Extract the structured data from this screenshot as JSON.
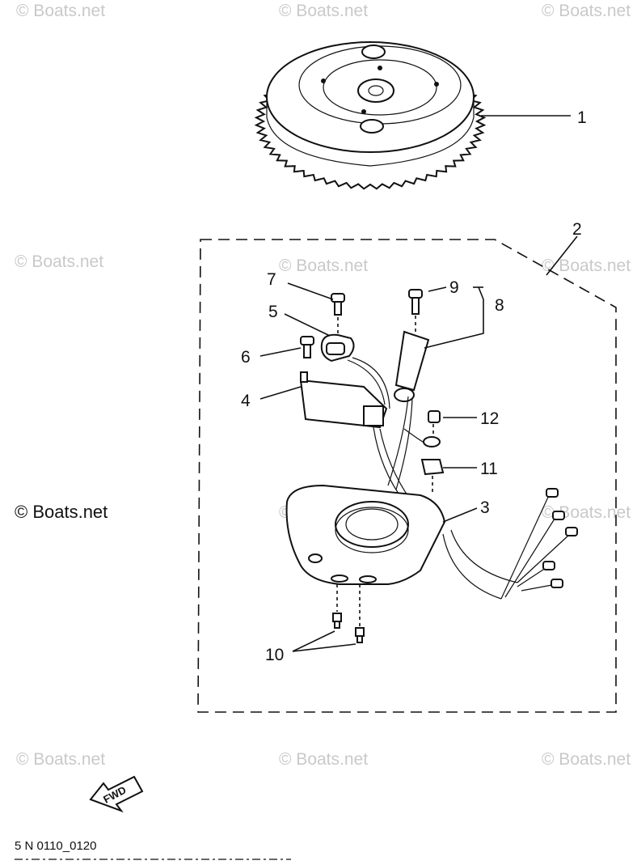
{
  "watermark": {
    "text": "© Boats.net"
  },
  "callouts": [
    {
      "id": "1",
      "text": "1"
    },
    {
      "id": "2",
      "text": "2"
    },
    {
      "id": "3",
      "text": "3"
    },
    {
      "id": "4",
      "text": "4"
    },
    {
      "id": "5",
      "text": "5"
    },
    {
      "id": "6",
      "text": "6"
    },
    {
      "id": "7",
      "text": "7"
    },
    {
      "id": "8",
      "text": "8"
    },
    {
      "id": "9",
      "text": "9"
    },
    {
      "id": "10",
      "text": "10"
    },
    {
      "id": "11",
      "text": "11"
    },
    {
      "id": "12",
      "text": "12"
    }
  ],
  "direction_badge": {
    "text": "FWD"
  },
  "footer": {
    "serial_text": "5 N  0110_0120"
  }
}
